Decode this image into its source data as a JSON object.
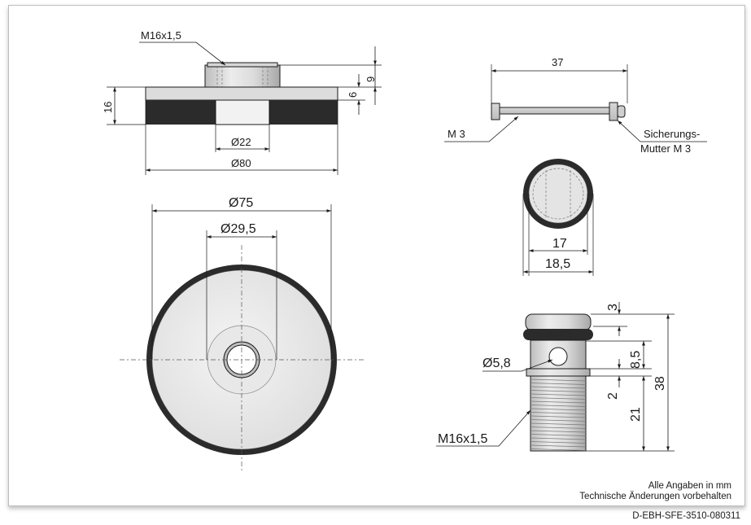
{
  "colors": {
    "rubber": "#2b2b2b",
    "metal_light": "#e6e6e6",
    "metal_mid": "#cfcfcf",
    "metal_dark": "#9e9e9e",
    "line": "#1a1a1a"
  },
  "top_part": {
    "thread_label": "M16x1,5",
    "dim_height": "16",
    "dim_9": "9",
    "dim_6": "6",
    "dim_d22": "Ø22",
    "dim_d80": "Ø80"
  },
  "round_part": {
    "dim_d75": "Ø75",
    "dim_d29": "Ø29,5"
  },
  "pin": {
    "dim_length": "37",
    "label_m3": "M 3",
    "label_nut_line1": "Sicherungs-",
    "label_nut_line2": "Mutter M 3"
  },
  "circle_part": {
    "dim_17": "17",
    "dim_18": "18,5"
  },
  "bolt": {
    "dim_3": "3",
    "dim_85": "8,5",
    "dim_38": "38",
    "dim_d58": "Ø5,8",
    "dim_2": "2",
    "dim_21": "21",
    "thread_label": "M16x1,5"
  },
  "notes": {
    "line1": "Alle Angaben in mm",
    "line2": "Technische Änderungen vorbehalten"
  },
  "document_id": "D-EBH-SFE-3510-080311"
}
